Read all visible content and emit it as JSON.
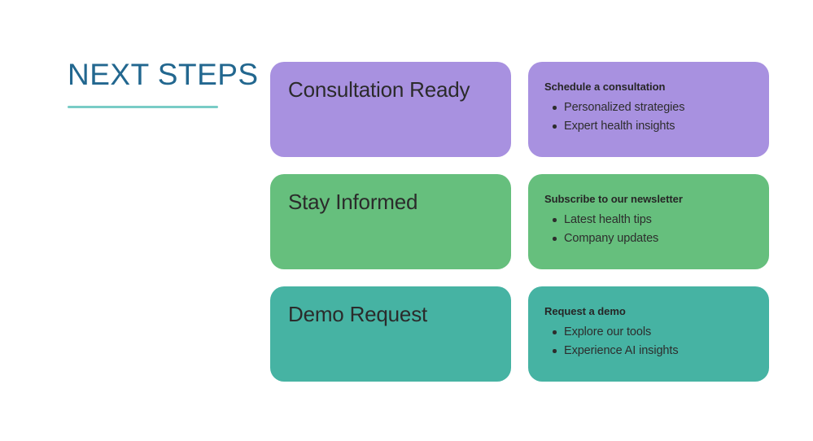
{
  "slide": {
    "title": "NEXT STEPS",
    "background_color": "#ffffff",
    "title_color": "#22678F",
    "rule_color": "#79CCC6",
    "text_color": "#2B2B2B"
  },
  "rows": [
    {
      "color": "#A891E0",
      "left": {
        "title": "Consultation Ready"
      },
      "right": {
        "heading": "Schedule a consultation",
        "bullets": [
          "Personalized strategies",
          "Expert health insights"
        ]
      }
    },
    {
      "color": "#66BF7D",
      "left": {
        "title": "Stay Informed"
      },
      "right": {
        "heading": "Subscribe to our newsletter",
        "bullets": [
          "Latest health tips",
          "Company updates"
        ]
      }
    },
    {
      "color": "#46B3A3",
      "left": {
        "title": "Demo Request"
      },
      "right": {
        "heading": "Request a demo",
        "bullets": [
          "Explore our tools",
          "Experience AI insights"
        ]
      }
    }
  ]
}
